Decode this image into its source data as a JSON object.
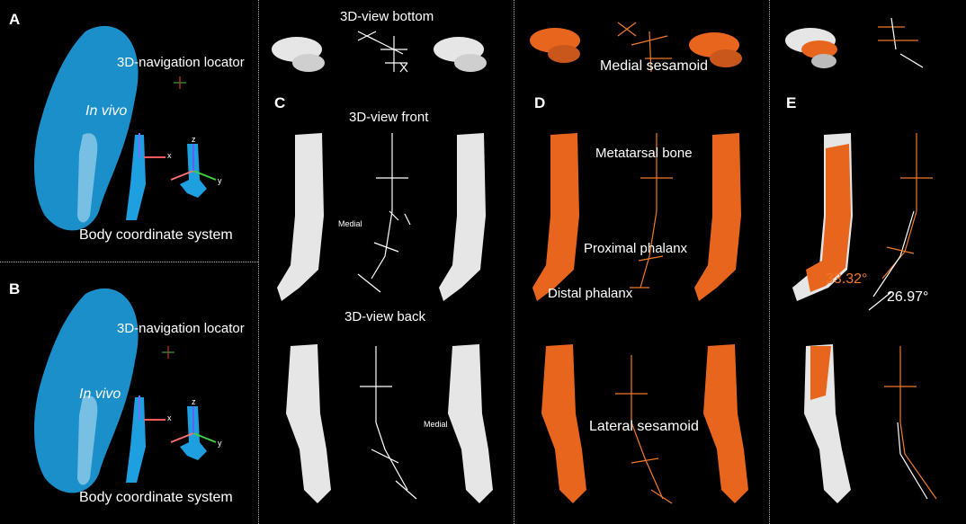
{
  "panels": {
    "A": {
      "label": "A",
      "locator": "3D-navigation locator",
      "invivo": "In vivo",
      "bcs": "Body coordinate system"
    },
    "B": {
      "label": "B",
      "locator": "3D-navigation locator",
      "invivo": "In vivo",
      "bcs": "Body coordinate system"
    },
    "C": {
      "label": "C",
      "top_title": "3D-view bottom",
      "front_title": "3D-view front",
      "back_title": "3D-view back",
      "medial_front": "Medial",
      "medial_back": "Medial"
    },
    "D": {
      "label": "D",
      "medial_sesamoid": "Medial sesamoid",
      "metatarsal": "Metatarsal bone",
      "proximal": "Proximal phalanx",
      "distal": "Distal phalanx",
      "lateral_sesamoid": "Lateral sesamoid"
    },
    "E": {
      "label": "E",
      "angle_orange": "33.32°",
      "angle_white": "26.97°"
    }
  },
  "colors": {
    "bone_white": "#e6e6e6",
    "bone_orange": "#e8651e",
    "foot_blue": "#1e9fe0",
    "accent_orange": "#f07a2a"
  },
  "axis_labels": {
    "x": "x",
    "y": "y",
    "z": "z"
  }
}
